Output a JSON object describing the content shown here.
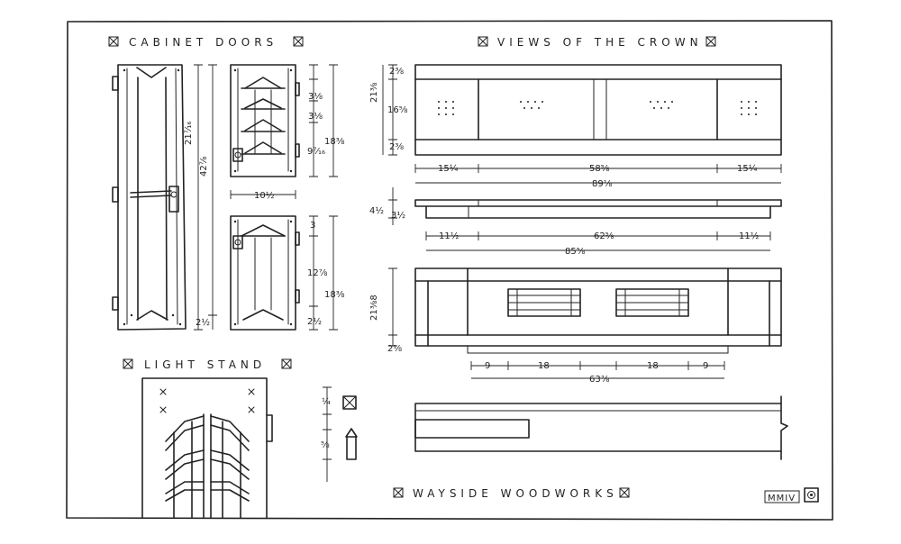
{
  "titles": {
    "cabinet_doors": "CABINET DOORS",
    "views_of_crown": "VIEWS OF THE CROWN",
    "light_stand": "LIGHT STAND",
    "wayside": "WAYSIDE WOODWORKS",
    "date": "MMIV"
  },
  "dims": {
    "door_left_height": "21⁷⁄₁₆",
    "door_full_height": "42⁷⁄₈",
    "door_bottom": "2½",
    "door_right_width": "10½",
    "door_top_1": "3⅛",
    "door_top_2": "3⅛",
    "door_top_3": "9⁷⁄₁₆",
    "door_top_total": "18⅜",
    "door_bot_1": "3",
    "door_bot_2": "12⅞",
    "door_bot_total": "18⅜",
    "door_bot_3": "2½",
    "crown1_a": "2⅜",
    "crown1_b": "21⅜",
    "crown1_c": "16⅝",
    "crown1_d": "2⅜",
    "crown1_w1": "15¼",
    "crown1_w2": "58⅝",
    "crown1_w3": "15¼",
    "crown1_total": "89⅛",
    "crown2_a": "4½",
    "crown2_b": "3½",
    "crown2_w1": "11½",
    "crown2_w2": "62⅝",
    "crown2_w3": "11½",
    "crown2_total": "85⅝",
    "crown3_h": "21⅜8",
    "crown3_b": "2⅛",
    "crown3_w1": "9",
    "crown3_w2": "18",
    "crown3_w3": "18",
    "crown3_w4": "9",
    "crown3_total": "63⅞",
    "detail_1": "¼",
    "detail_2": "⅝"
  }
}
